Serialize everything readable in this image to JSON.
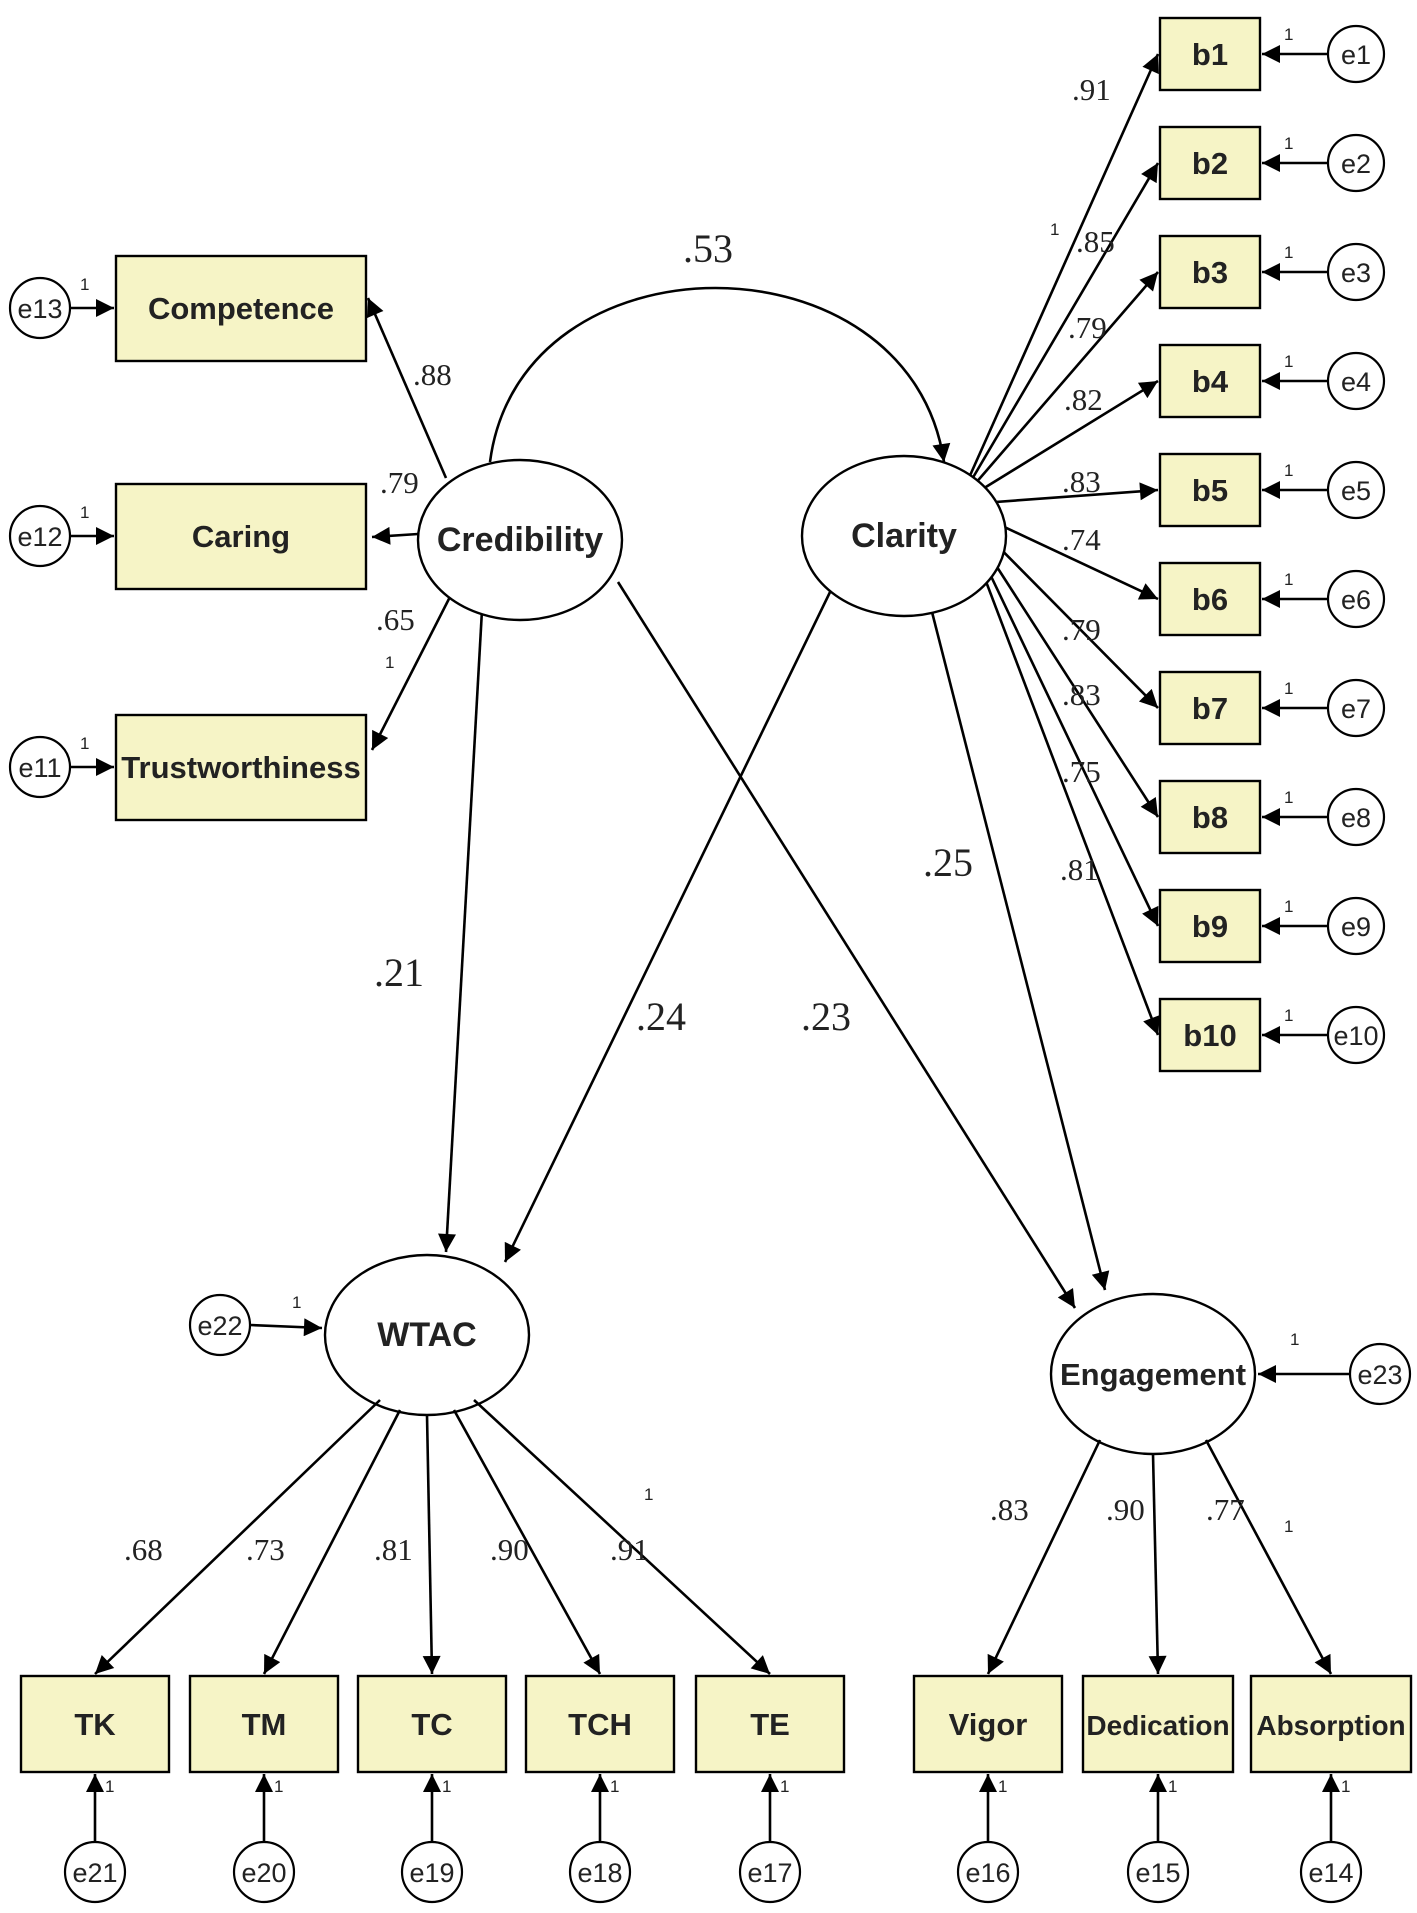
{
  "latents": {
    "credibility": "Credibility",
    "clarity": "Clarity",
    "wtac": "WTAC",
    "engagement": "Engagement"
  },
  "indicators": {
    "competence": "Competence",
    "caring": "Caring",
    "trustworthiness": "Trustworthiness",
    "b": [
      "b1",
      "b2",
      "b3",
      "b4",
      "b5",
      "b6",
      "b7",
      "b8",
      "b9",
      "b10"
    ],
    "tk": "TK",
    "tm": "TM",
    "tc": "TC",
    "tch": "TCH",
    "te": "TE",
    "vigor": "Vigor",
    "dedication": "Dedication",
    "absorption": "Absorption"
  },
  "errors": {
    "b": [
      "e1",
      "e2",
      "e3",
      "e4",
      "e5",
      "e6",
      "e7",
      "e8",
      "e9",
      "e10"
    ],
    "competence": "e13",
    "caring": "e12",
    "trustworthiness": "e11",
    "wtac": "e22",
    "engagement": "e23",
    "tk": "e21",
    "tm": "e20",
    "tc": "e19",
    "tch": "e18",
    "te": "e17",
    "vigor": "e16",
    "dedication": "e15",
    "absorption": "e14"
  },
  "fixed_loading": "1",
  "coefficients": {
    "correlation": ".53",
    "credibility_competence": ".88",
    "credibility_caring": ".79",
    "credibility_trustworthiness": ".65",
    "clarity_b": [
      ".91",
      ".85",
      ".79",
      ".82",
      ".83",
      ".74",
      ".79",
      ".83",
      ".75",
      ".81"
    ],
    "credibility_wtac": ".21",
    "clarity_wtac": ".24",
    "credibility_engagement": ".23",
    "clarity_engagement": ".25",
    "wtac_tk": ".68",
    "wtac_tm": ".73",
    "wtac_tc": ".81",
    "wtac_tch": ".90",
    "wtac_te": ".91",
    "engagement_vigor": ".83",
    "engagement_dedication": ".90",
    "engagement_absorption": ".77"
  }
}
